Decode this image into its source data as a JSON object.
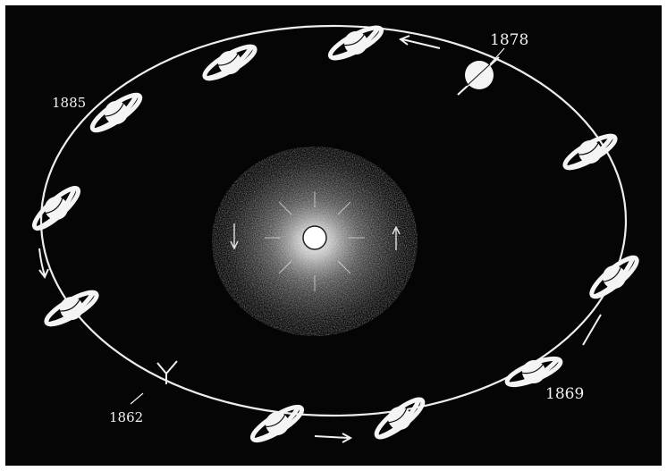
{
  "colors": {
    "background": "#050505",
    "frame": "#ffffff",
    "orbit": "#ededed",
    "planet": "#f4f4f4",
    "sun": "#ffffff",
    "corona": "#8a8a8a"
  },
  "labels": {
    "y1878": "1878",
    "y1885": "1885",
    "y1869": "1869",
    "y1862": "1862"
  },
  "icons": [
    "saturn-planet-icon",
    "sun-icon",
    "motion-arrow-icon"
  ]
}
